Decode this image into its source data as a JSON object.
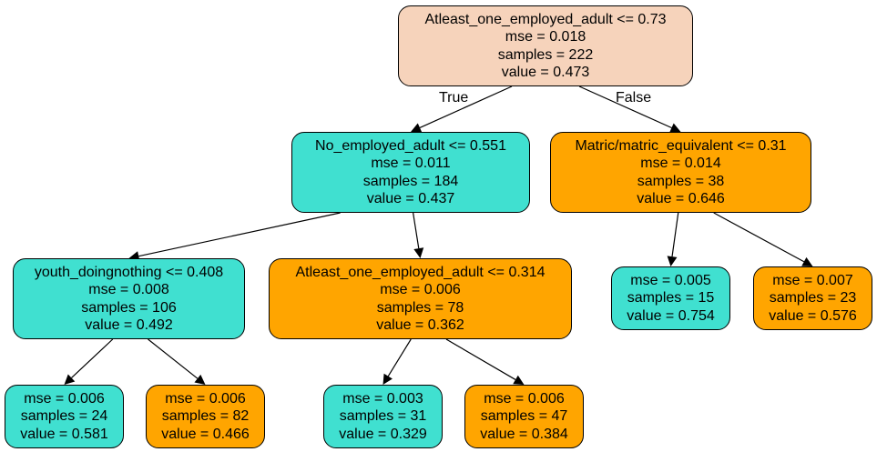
{
  "colors": {
    "root": "#f6d3bb",
    "teal": "#40e0d0",
    "orange": "#ffa500",
    "edge": "#000000"
  },
  "edge_labels": {
    "true": "True",
    "false": "False"
  },
  "nodes": {
    "n0": {
      "split": "Atleast_one_employed_adult <= 0.73",
      "mse": "mse = 0.018",
      "samples": "samples = 222",
      "value": "value = 0.473",
      "fill": "root"
    },
    "n1": {
      "split": "No_employed_adult <= 0.551",
      "mse": "mse = 0.011",
      "samples": "samples = 184",
      "value": "value = 0.437",
      "fill": "teal"
    },
    "n2": {
      "split": "Matric/matric_equivalent <= 0.31",
      "mse": "mse = 0.014",
      "samples": "samples = 38",
      "value": "value = 0.646",
      "fill": "orange"
    },
    "n3": {
      "split": "youth_doingnothing <= 0.408",
      "mse": "mse = 0.008",
      "samples": "samples = 106",
      "value": "value = 0.492",
      "fill": "teal"
    },
    "n4": {
      "split": "Atleast_one_employed_adult <= 0.314",
      "mse": "mse = 0.006",
      "samples": "samples = 78",
      "value": "value = 0.362",
      "fill": "orange"
    },
    "n5": {
      "mse": "mse = 0.005",
      "samples": "samples = 15",
      "value": "value = 0.754",
      "fill": "teal"
    },
    "n6": {
      "mse": "mse = 0.007",
      "samples": "samples = 23",
      "value": "value = 0.576",
      "fill": "orange"
    },
    "n7": {
      "mse": "mse = 0.006",
      "samples": "samples = 24",
      "value": "value = 0.581",
      "fill": "teal"
    },
    "n8": {
      "mse": "mse = 0.006",
      "samples": "samples = 82",
      "value": "value = 0.466",
      "fill": "orange"
    },
    "n9": {
      "mse": "mse = 0.003",
      "samples": "samples = 31",
      "value": "value = 0.329",
      "fill": "teal"
    },
    "n10": {
      "mse": "mse = 0.006",
      "samples": "samples = 47",
      "value": "value = 0.384",
      "fill": "orange"
    }
  },
  "edges": [
    {
      "from": "n0",
      "to": "n1"
    },
    {
      "from": "n0",
      "to": "n2"
    },
    {
      "from": "n1",
      "to": "n3"
    },
    {
      "from": "n1",
      "to": "n4"
    },
    {
      "from": "n2",
      "to": "n5"
    },
    {
      "from": "n2",
      "to": "n6"
    },
    {
      "from": "n3",
      "to": "n7"
    },
    {
      "from": "n3",
      "to": "n8"
    },
    {
      "from": "n4",
      "to": "n9"
    },
    {
      "from": "n4",
      "to": "n10"
    }
  ]
}
